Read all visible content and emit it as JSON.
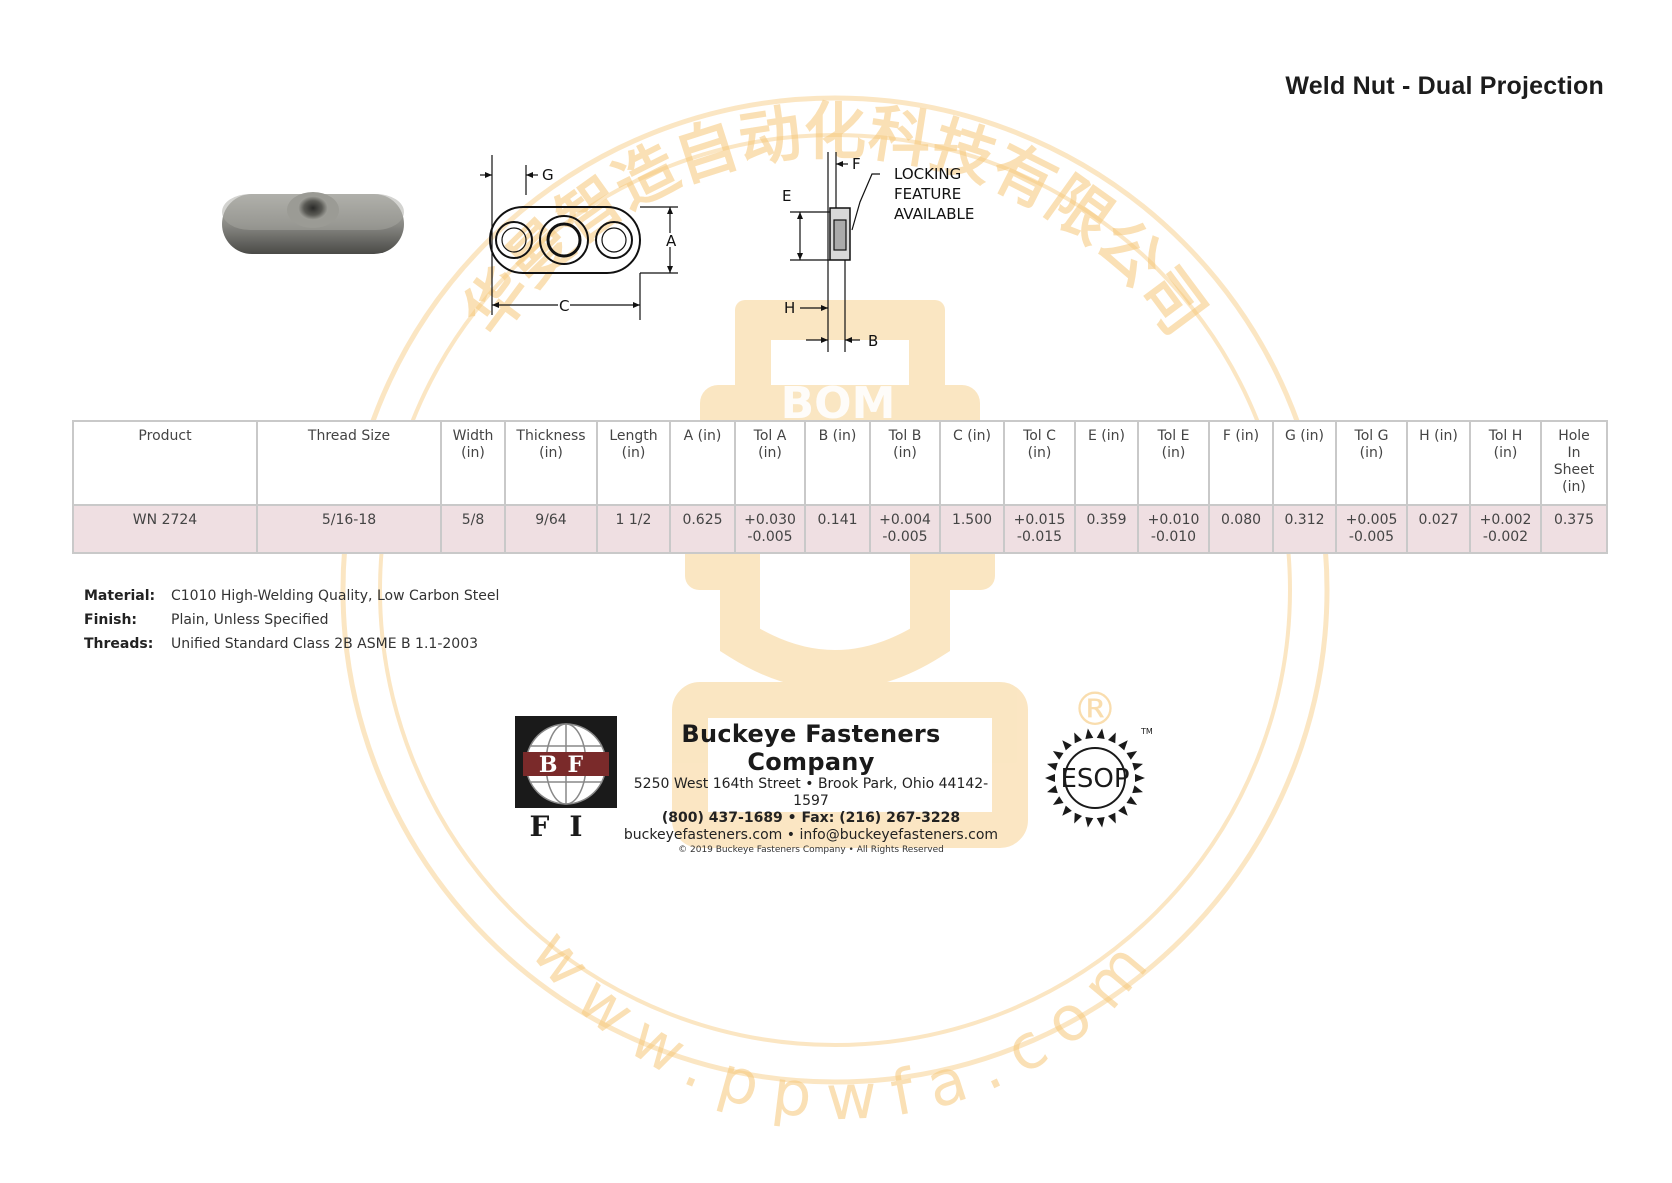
{
  "title": "Weld Nut - Dual Projection",
  "drawing": {
    "labels": {
      "g": "G",
      "a": "A",
      "c": "C",
      "f": "F",
      "e": "E",
      "h": "H",
      "b": "B"
    },
    "note": [
      "LOCKING",
      "FEATURE",
      "AVAILABLE"
    ]
  },
  "table": {
    "headers": [
      [
        "Product"
      ],
      [
        "Thread Size"
      ],
      [
        "Width",
        "(in)"
      ],
      [
        "Thickness",
        "(in)"
      ],
      [
        "Length",
        "(in)"
      ],
      [
        "A (in)"
      ],
      [
        "Tol A",
        "(in)"
      ],
      [
        "B (in)"
      ],
      [
        "Tol B",
        "(in)"
      ],
      [
        "C (in)"
      ],
      [
        "Tol C",
        "(in)"
      ],
      [
        "E (in)"
      ],
      [
        "Tol E",
        "(in)"
      ],
      [
        "F (in)"
      ],
      [
        "G (in)"
      ],
      [
        "Tol G",
        "(in)"
      ],
      [
        "H (in)"
      ],
      [
        "Tol H",
        "(in)"
      ],
      [
        "Hole",
        "In",
        "Sheet",
        "(in)"
      ]
    ],
    "rows": [
      [
        [
          "WN 2724"
        ],
        [
          "5/16-18"
        ],
        [
          "5/8"
        ],
        [
          "9/64"
        ],
        [
          "1 1/2"
        ],
        [
          "0.625"
        ],
        [
          "+0.030",
          "-0.005"
        ],
        [
          "0.141"
        ],
        [
          "+0.004",
          "-0.005"
        ],
        [
          "1.500"
        ],
        [
          "+0.015",
          "-0.015"
        ],
        [
          "0.359"
        ],
        [
          "+0.010",
          "-0.010"
        ],
        [
          "0.080"
        ],
        [
          "0.312"
        ],
        [
          "+0.005",
          "-0.005"
        ],
        [
          "0.027"
        ],
        [
          "+0.002",
          "-0.002"
        ],
        [
          "0.375"
        ]
      ]
    ]
  },
  "properties": [
    {
      "label": "Material:",
      "value": "C1010 High-Welding Quality, Low Carbon Steel"
    },
    {
      "label": "Finish:",
      "value": "Plain, Unless Specified"
    },
    {
      "label": "Threads:",
      "value": "Unified Standard Class 2B ASME B 1.1-2003"
    }
  ],
  "company": {
    "name": "Buckeye Fasteners Company",
    "address": "5250 West 164th Street • Brook Park, Ohio 44142-1597",
    "phone": "(800) 437-1689 • Fax: (216) 267-3228",
    "web": "buckeyefasteners.com • info@buckeyefasteners.com",
    "copyright": "© 2019 Buckeye Fasteners Company • All Rights Reserved",
    "logo_text": "BF",
    "logo_sub": "FI",
    "esop": "ESOP",
    "tm": "TM"
  },
  "watermark": {
    "arc_text": "华曼智造自动化科技有限公司",
    "center": "BOM",
    "url": "www.ppwfa.com",
    "registered": "®",
    "color": "#f6c87a"
  }
}
